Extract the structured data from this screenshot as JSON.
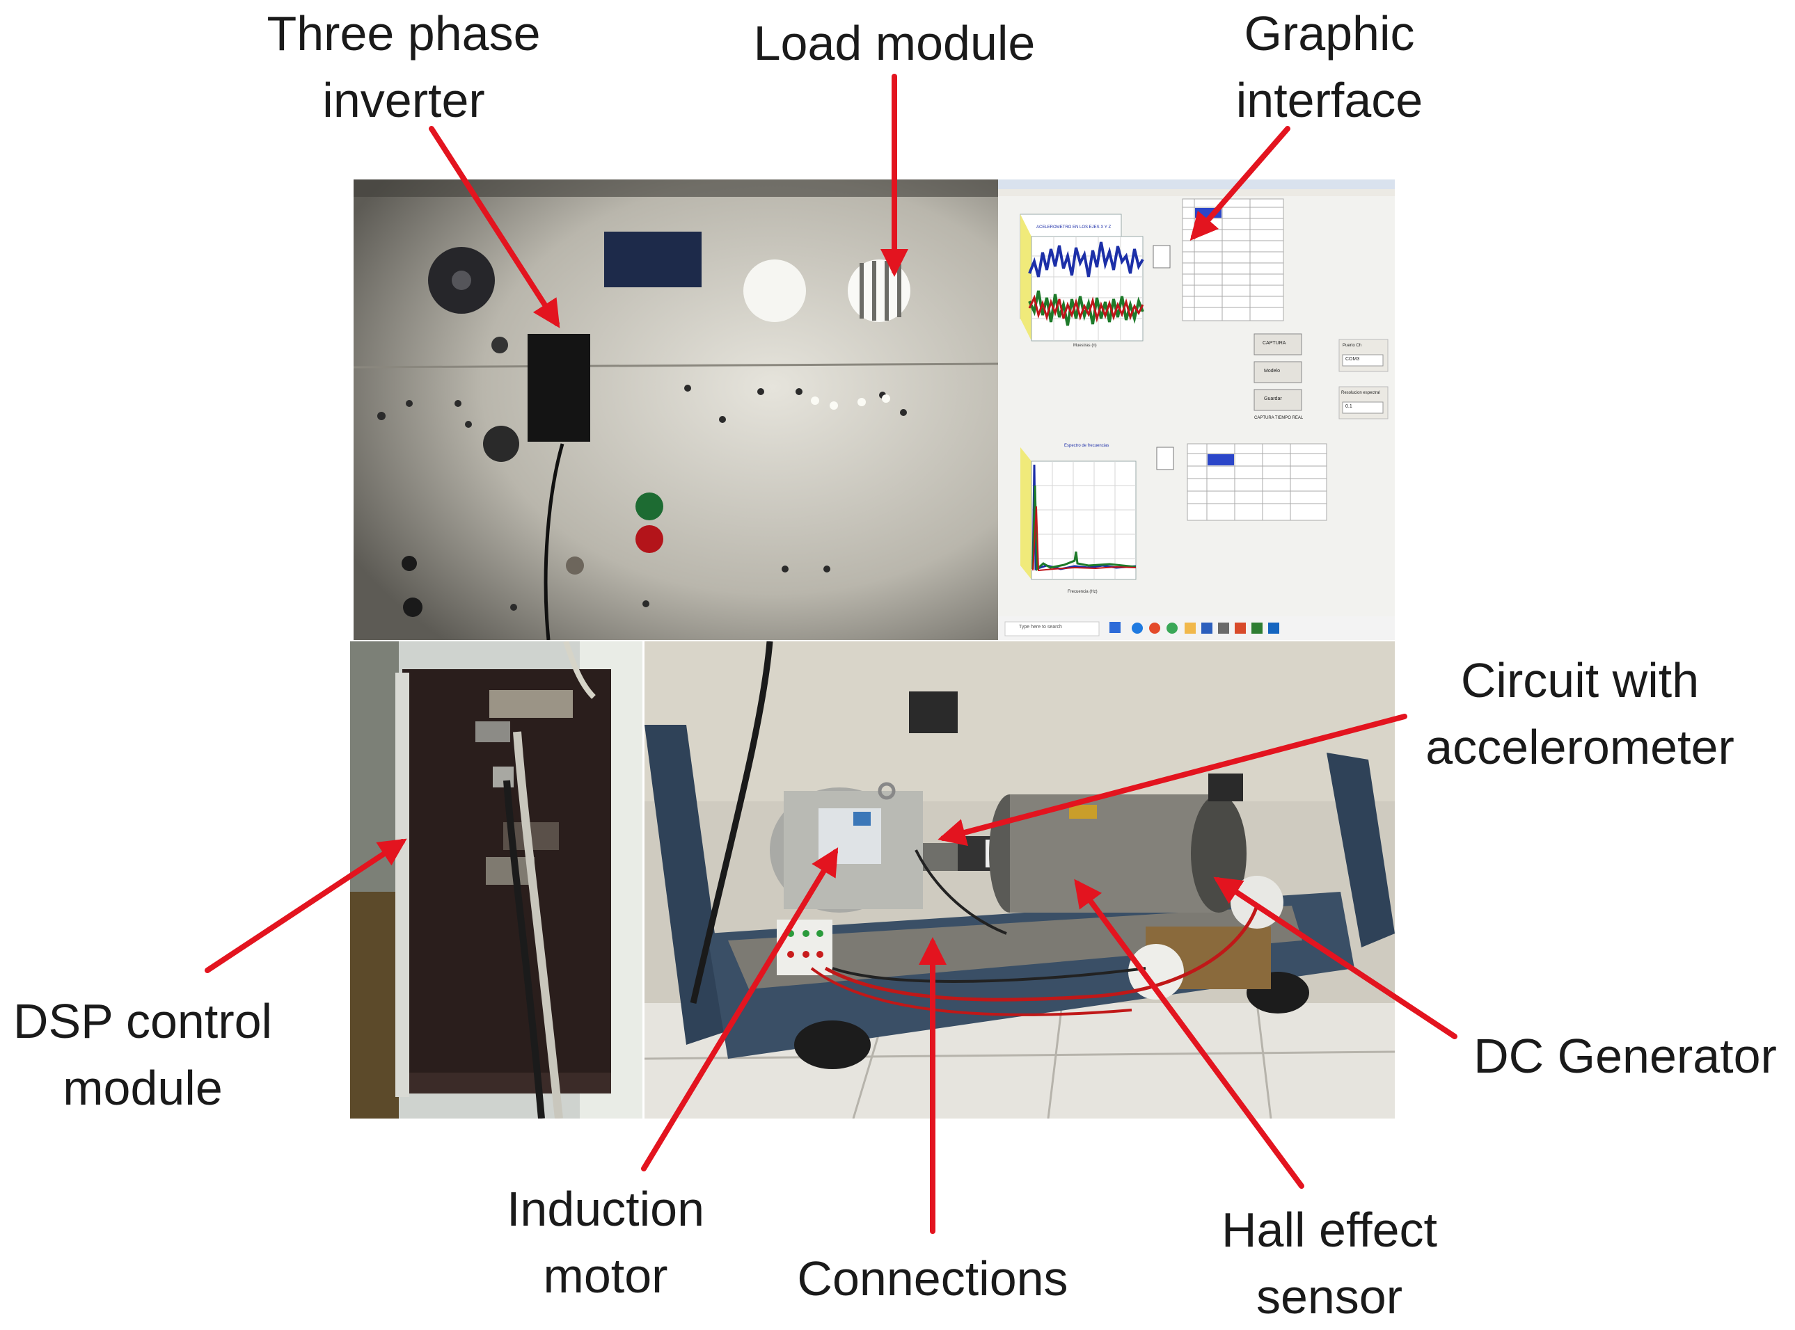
{
  "labels": {
    "three_phase_inverter": [
      "Three phase",
      "inverter"
    ],
    "load_module": "Load module",
    "graphic_interface": [
      "Graphic",
      "interface"
    ],
    "circuit_with_accelerometer": [
      "Circuit with",
      "accelerometer"
    ],
    "dsp_control_module": [
      "DSP control",
      "module"
    ],
    "dc_generator": "DC Generator",
    "induction_motor": [
      "Induction",
      "motor"
    ],
    "connections": "Connections",
    "hall_effect_sensor": [
      "Hall effect",
      "sensor"
    ]
  },
  "screen": {
    "chart1_title": "ACELEROMETRO EN LOS EJES X Y Z",
    "chart1_xlabel": "Muestras (n)",
    "chart2_title": "Espectro de frecuencias",
    "chart2_xlabel": "Frecuencia (Hz)",
    "button_capture": "CAPTURA",
    "button_model": "Modelo",
    "button_save": "Guardar",
    "realtime_label": "CAPTURA TIEMPO REAL",
    "field1_label": "Puerto Ch",
    "field1_value": "COM3",
    "field2_label": "Resolucion espectral",
    "field2_value": "0.1",
    "search_placeholder": "Type here to search"
  },
  "colors": {
    "arrow": "#e3141f",
    "series_x": "#1c2fa8",
    "series_y": "#c0141a",
    "series_z": "#1e7a2a"
  }
}
